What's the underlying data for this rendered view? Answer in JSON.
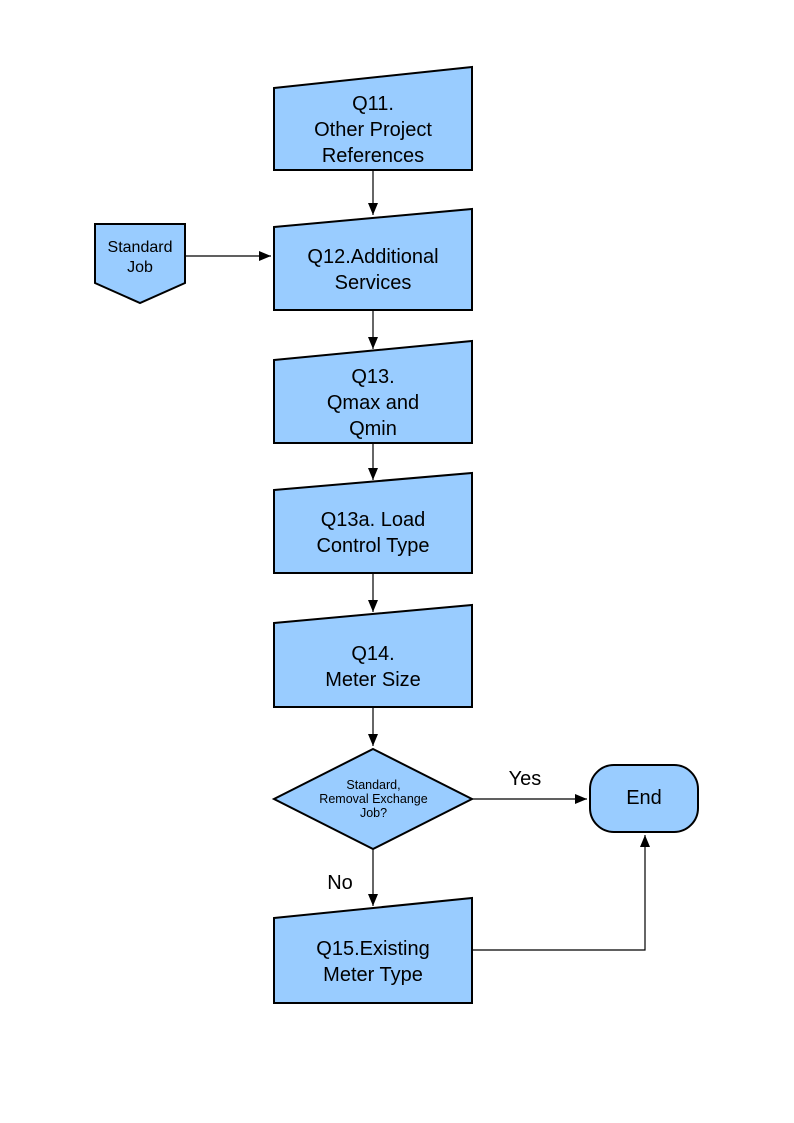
{
  "palette": {
    "node_fill": "#99CCFF",
    "node_border": "#000000",
    "connector_color": "#000000",
    "text_color": "#000000",
    "page_background": "#FFFFFF"
  },
  "nodes": {
    "q11": {
      "type": "manual-input-box",
      "lines": [
        "Q11.",
        "Other Project",
        "References"
      ]
    },
    "standard_job": {
      "type": "off-page-connector",
      "lines": [
        "Standard",
        "Job"
      ]
    },
    "q12": {
      "type": "manual-input-box",
      "lines": [
        "Q12.Additional",
        "Services"
      ]
    },
    "q13": {
      "type": "manual-input-box",
      "lines": [
        "Q13.",
        "Qmax and",
        "Qmin"
      ]
    },
    "q13a": {
      "type": "manual-input-box",
      "lines": [
        "Q13a. Load",
        "Control Type"
      ]
    },
    "q14": {
      "type": "manual-input-box",
      "lines": [
        "Q14.",
        "Meter Size"
      ]
    },
    "decision": {
      "type": "decision-diamond",
      "lines": [
        "Standard,",
        "Removal Exchange",
        "Job?"
      ]
    },
    "end": {
      "type": "terminator",
      "label": "End"
    },
    "q15": {
      "type": "manual-input-box",
      "lines": [
        "Q15.Existing",
        "Meter Type"
      ]
    }
  },
  "edge_labels": {
    "yes": "Yes",
    "no": "No"
  }
}
